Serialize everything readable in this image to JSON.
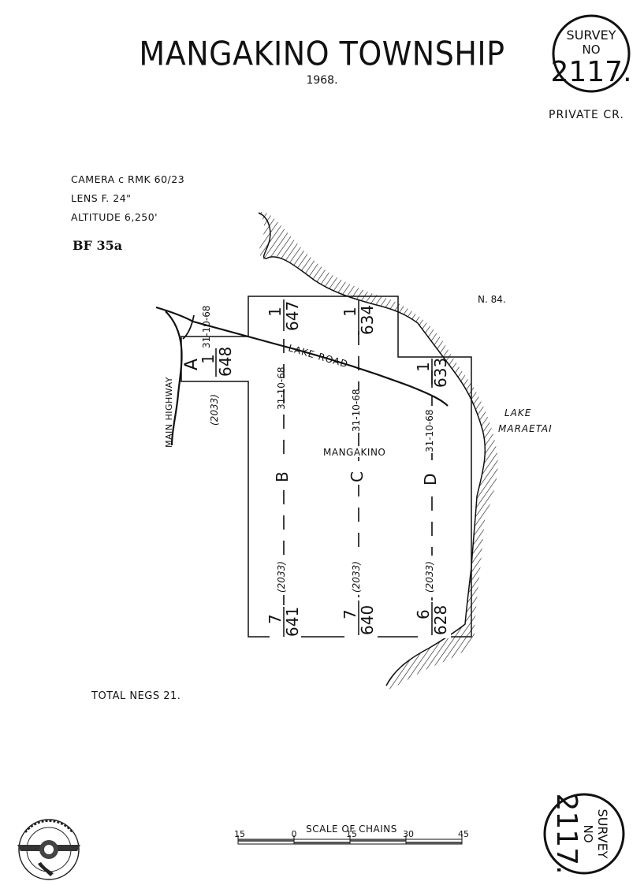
{
  "title": "MANGAKINO TOWNSHIP",
  "year": "1968.",
  "stamp": {
    "line1": "SURVEY",
    "line2": "NO",
    "number": "2117."
  },
  "private_label": "PRIVATE CR.",
  "camera": "CAMERA  c RMK 60/23",
  "lens": "LENS  F. 24\"",
  "altitude": "ALTITUDE  6,250'",
  "bf_ref": "BF 35a",
  "sheet_ref": "N. 84.",
  "lake": {
    "line1": "LAKE",
    "line2": "MARAETAI"
  },
  "roads": {
    "lake_road": "LAKE  ROAD",
    "main_highway": "MAIN HIGHWAY"
  },
  "town": "MANGAKINO",
  "run_date": "31-10-68",
  "runs": [
    {
      "letter": "A",
      "neg_top": "1",
      "neg_bottom": "648",
      "survey": "(2033)"
    },
    {
      "letter": "B",
      "date": "31-10-68",
      "neg_top": "1",
      "neg_top_num": "647",
      "survey": "(2033)",
      "count": "7",
      "neg_bottom": "641"
    },
    {
      "letter": "C",
      "date": "31-10-68",
      "neg_top": "1",
      "neg_top_num": "634",
      "survey": "(2033)",
      "count": "7",
      "neg_bottom": "640"
    },
    {
      "letter": "D",
      "date": "31-10-68",
      "neg_top": "1",
      "neg_top_num": "633",
      "survey": "(2033)",
      "count": "6",
      "neg_bottom": "628"
    }
  ],
  "total_negs": "TOTAL NEGS  21.",
  "scale": {
    "title": "SCALE OF CHAINS",
    "ticks": [
      "15",
      "0",
      "15",
      "30",
      "45"
    ]
  },
  "logo_text": "N.Z. AERIAL MAPPING LTD."
}
